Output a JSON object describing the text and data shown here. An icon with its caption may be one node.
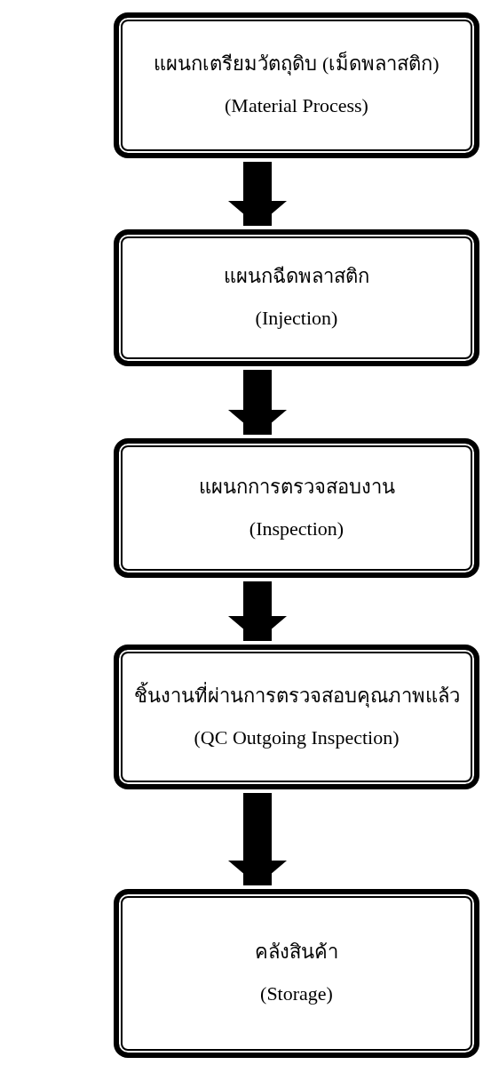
{
  "diagram": {
    "nodes": [
      {
        "text": [
          "แผนกเตรียมวัตถุดิบ (เม็ดพลาสติก)",
          "(Material Process)"
        ]
      },
      {
        "text": [
          "แผนกฉีดพลาสติก",
          "(Injection)"
        ]
      },
      {
        "text": [
          "แผนกการตรวจสอบงาน",
          "(Inspection)"
        ]
      },
      {
        "text": [
          "ชิ้นงานที่ผ่านการตรวจสอบคุณภาพแล้ว",
          "(QC Outgoing Inspection)"
        ]
      },
      {
        "text": [
          "คลังสินค้า",
          "(Storage)"
        ]
      }
    ],
    "edges": [
      {
        "from": 0,
        "to": 1,
        "arrow": "to"
      },
      {
        "from": 1,
        "to": 2,
        "arrow": "to"
      },
      {
        "from": 2,
        "to": 3,
        "arrow": "to"
      },
      {
        "from": 3,
        "to": 4,
        "arrow": "to"
      }
    ]
  }
}
